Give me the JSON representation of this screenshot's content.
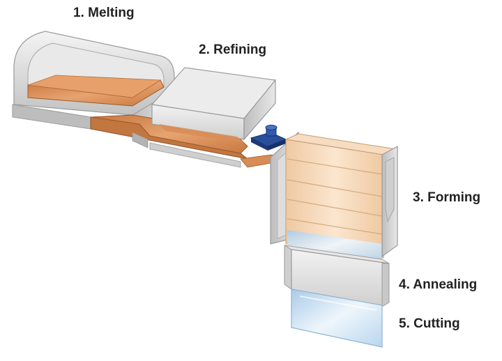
{
  "labels": {
    "melting": "1. Melting",
    "refining": "2. Refining",
    "forming": "3. Forming",
    "annealing": "4. Annealing",
    "cutting": "5. Cutting"
  },
  "colors": {
    "molten_glass": "#d98c55",
    "furnace_grey": "#dcdcdc",
    "stirrer_blue": "#2a4f9a",
    "glass_sheet": "#cfe4f5",
    "text": "#222222"
  }
}
